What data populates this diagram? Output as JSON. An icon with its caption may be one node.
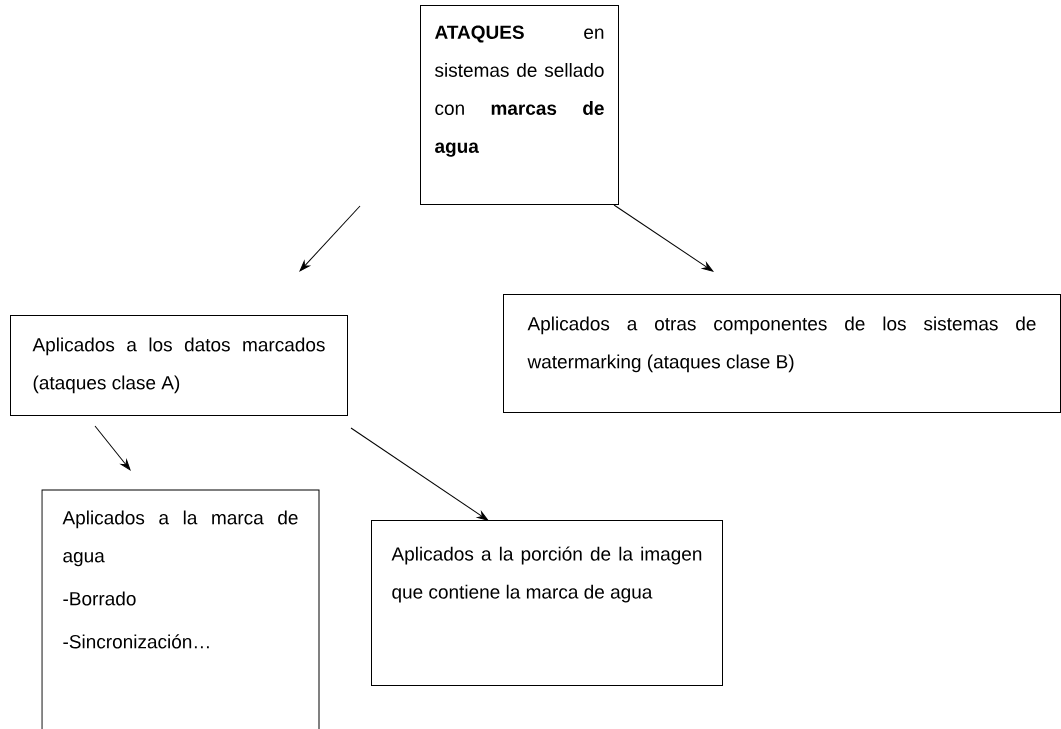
{
  "diagram": {
    "nodes": [
      {
        "text": [
          "**ATAQUES** en sistemas de sellado con **marcas de agua**"
        ]
      },
      {
        "text": [
          "Aplicados a los datos marcados (ataques clase A)"
        ]
      },
      {
        "text": [
          "Aplicados a otras componentes de los sistemas de watermarking (ataques clase B)"
        ]
      },
      {
        "text": [
          "Aplicados a la marca de agua",
          "-Borrado",
          "-Sincronización…"
        ]
      },
      {
        "text": [
          "Aplicados a la porción de la imagen que contiene la marca de agua"
        ]
      }
    ],
    "edges": [
      {
        "from": 0,
        "to": 1,
        "arrow": "to"
      },
      {
        "from": 0,
        "to": 2,
        "arrow": "to"
      },
      {
        "from": 1,
        "to": 3,
        "arrow": "to"
      },
      {
        "from": 1,
        "to": 4,
        "arrow": "to"
      }
    ]
  }
}
